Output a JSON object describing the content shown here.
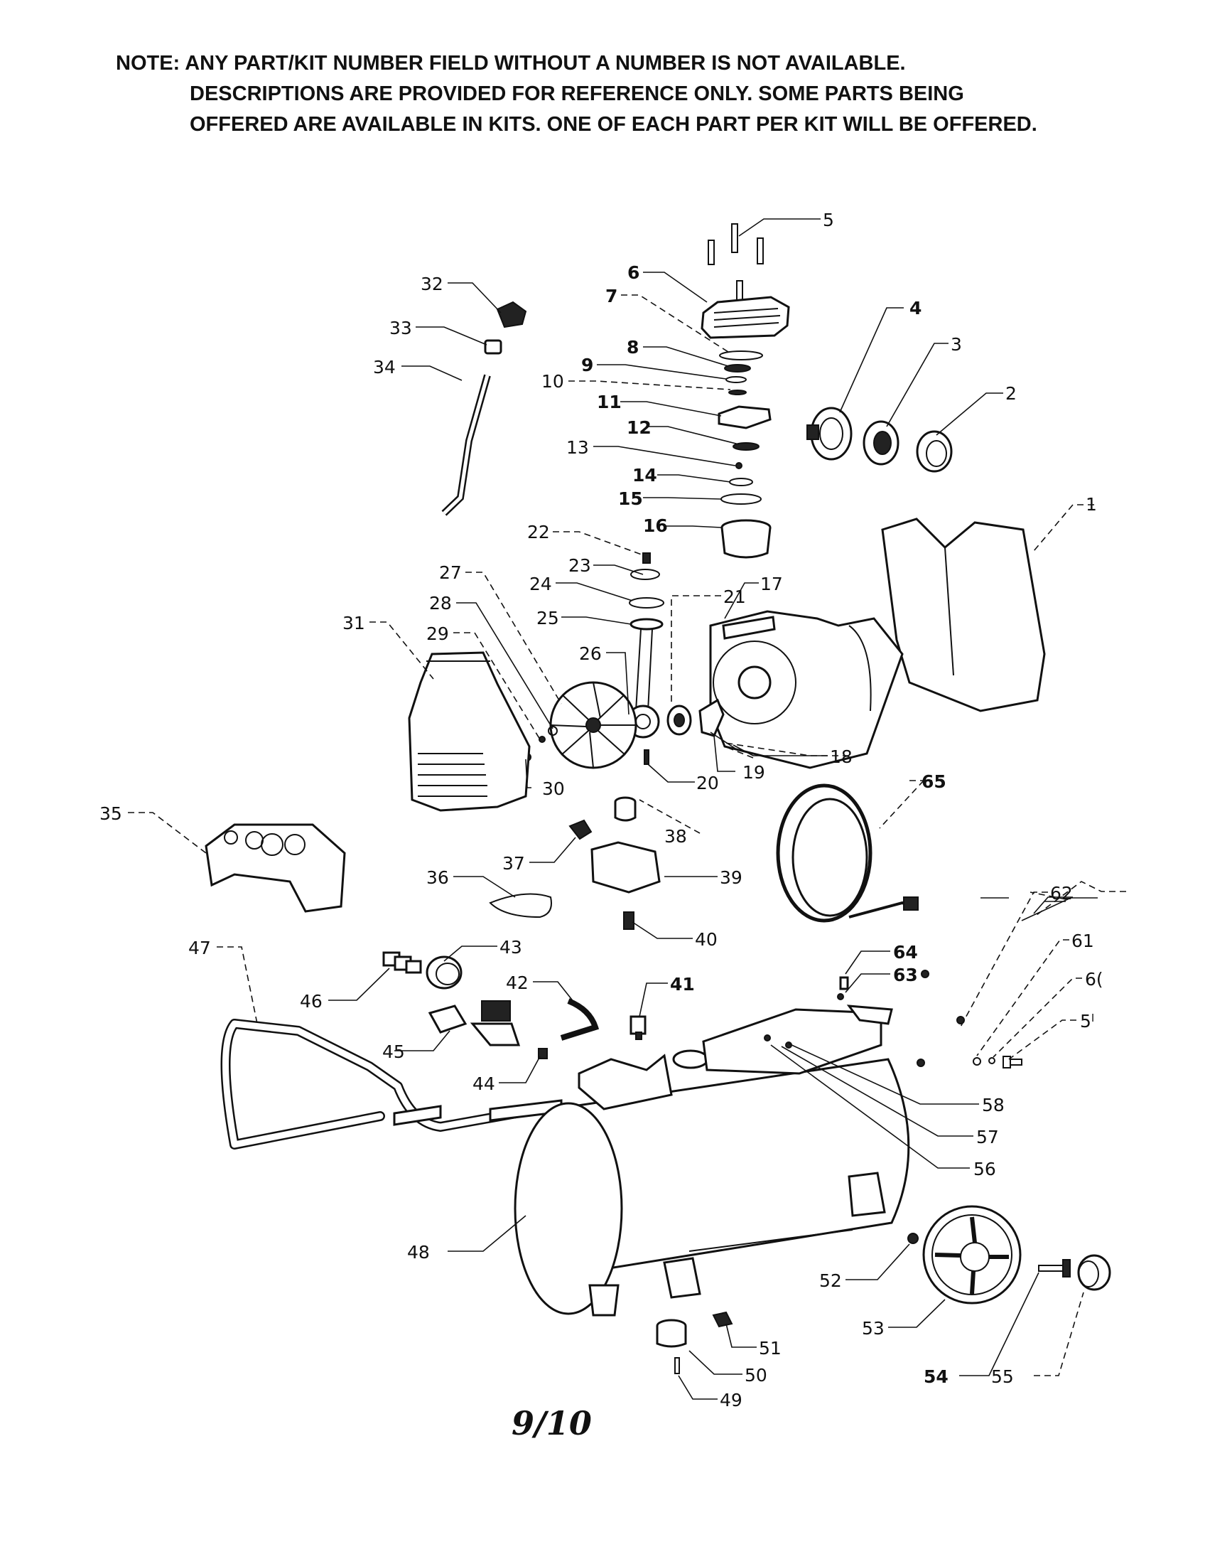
{
  "note": {
    "line1": "NOTE: ANY PART/KIT NUMBER FIELD WITHOUT A NUMBER IS NOT AVAILABLE.",
    "line2": "DESCRIPTIONS ARE PROVIDED FOR REFERENCE ONLY. SOME PARTS BEING",
    "line3": "OFFERED ARE AVAILABLE IN KITS. ONE OF EACH PART PER KIT WILL BE OFFERED."
  },
  "callouts": {
    "c1": "1",
    "c2": "2",
    "c3": "3",
    "c4": "4",
    "c5": "5",
    "c6": "6",
    "c7": "7",
    "c8": "8",
    "c9": "9",
    "c10": "10",
    "c11": "11",
    "c12": "12",
    "c13": "13",
    "c14": "14",
    "c15": "15",
    "c16": "16",
    "c17": "17",
    "c18": "18",
    "c19": "19",
    "c20": "20",
    "c21": "21",
    "c22": "22",
    "c23": "23",
    "c24": "24",
    "c25": "25",
    "c26": "26",
    "c27": "27",
    "c28": "28",
    "c29": "29",
    "c30": "30",
    "c31": "31",
    "c32": "32",
    "c33": "33",
    "c34": "34",
    "c35": "35",
    "c36": "36",
    "c37": "37",
    "c38": "38",
    "c39": "39",
    "c40": "40",
    "c41": "41",
    "c42": "42",
    "c43": "43",
    "c44": "44",
    "c45": "45",
    "c46": "46",
    "c47": "47",
    "c48": "48",
    "c49": "49",
    "c50": "50",
    "c51": "51",
    "c52": "52",
    "c53": "53",
    "c54": "54",
    "c55": "55",
    "c56": "56",
    "c57": "57",
    "c58": "58",
    "c59": "5ˡ",
    "c60": "6(",
    "c61": "61",
    "c62": "62",
    "c63": "63",
    "c64": "64",
    "c65": "65"
  },
  "page_number": "9/10"
}
